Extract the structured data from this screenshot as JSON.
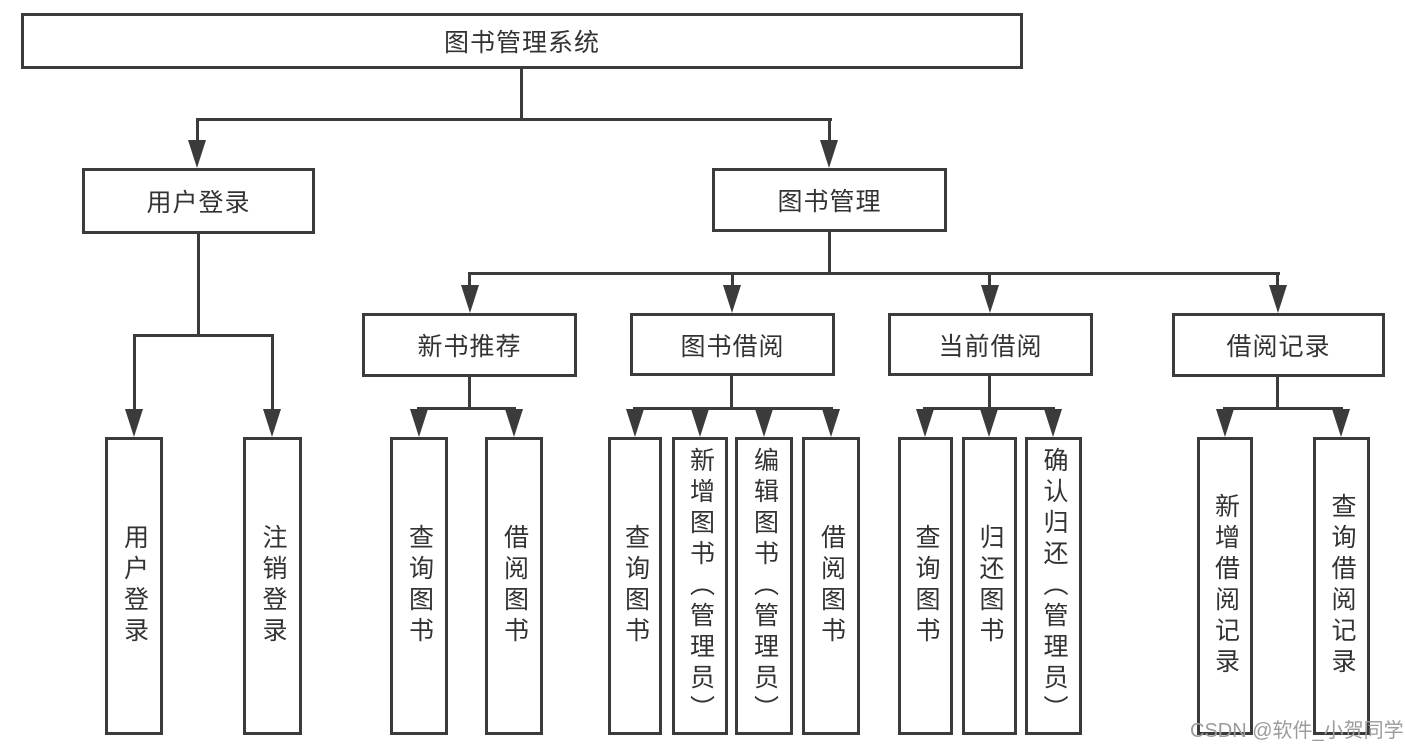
{
  "diagram": {
    "root": "图书管理系统",
    "user_login": {
      "label": "用户登录",
      "children": [
        "用户登录",
        "注销登录"
      ]
    },
    "book_mgmt": {
      "label": "图书管理",
      "sections": [
        {
          "label": "新书推荐",
          "children": [
            "查询图书",
            "借阅图书"
          ]
        },
        {
          "label": "图书借阅",
          "children": [
            "查询图书",
            "新增图书（管理员）",
            "编辑图书（管理员）",
            "借阅图书"
          ]
        },
        {
          "label": "当前借阅",
          "children": [
            "查询图书",
            "归还图书",
            "确认归还（管理员）"
          ]
        },
        {
          "label": "借阅记录",
          "children": [
            "新增借阅记录",
            "查询借阅记录"
          ]
        }
      ]
    },
    "colors": {
      "line": "#3b3b3b",
      "text": "#333333",
      "watermark": "#9c9c9c"
    }
  },
  "watermark": "CSDN @软件_小贺同学"
}
